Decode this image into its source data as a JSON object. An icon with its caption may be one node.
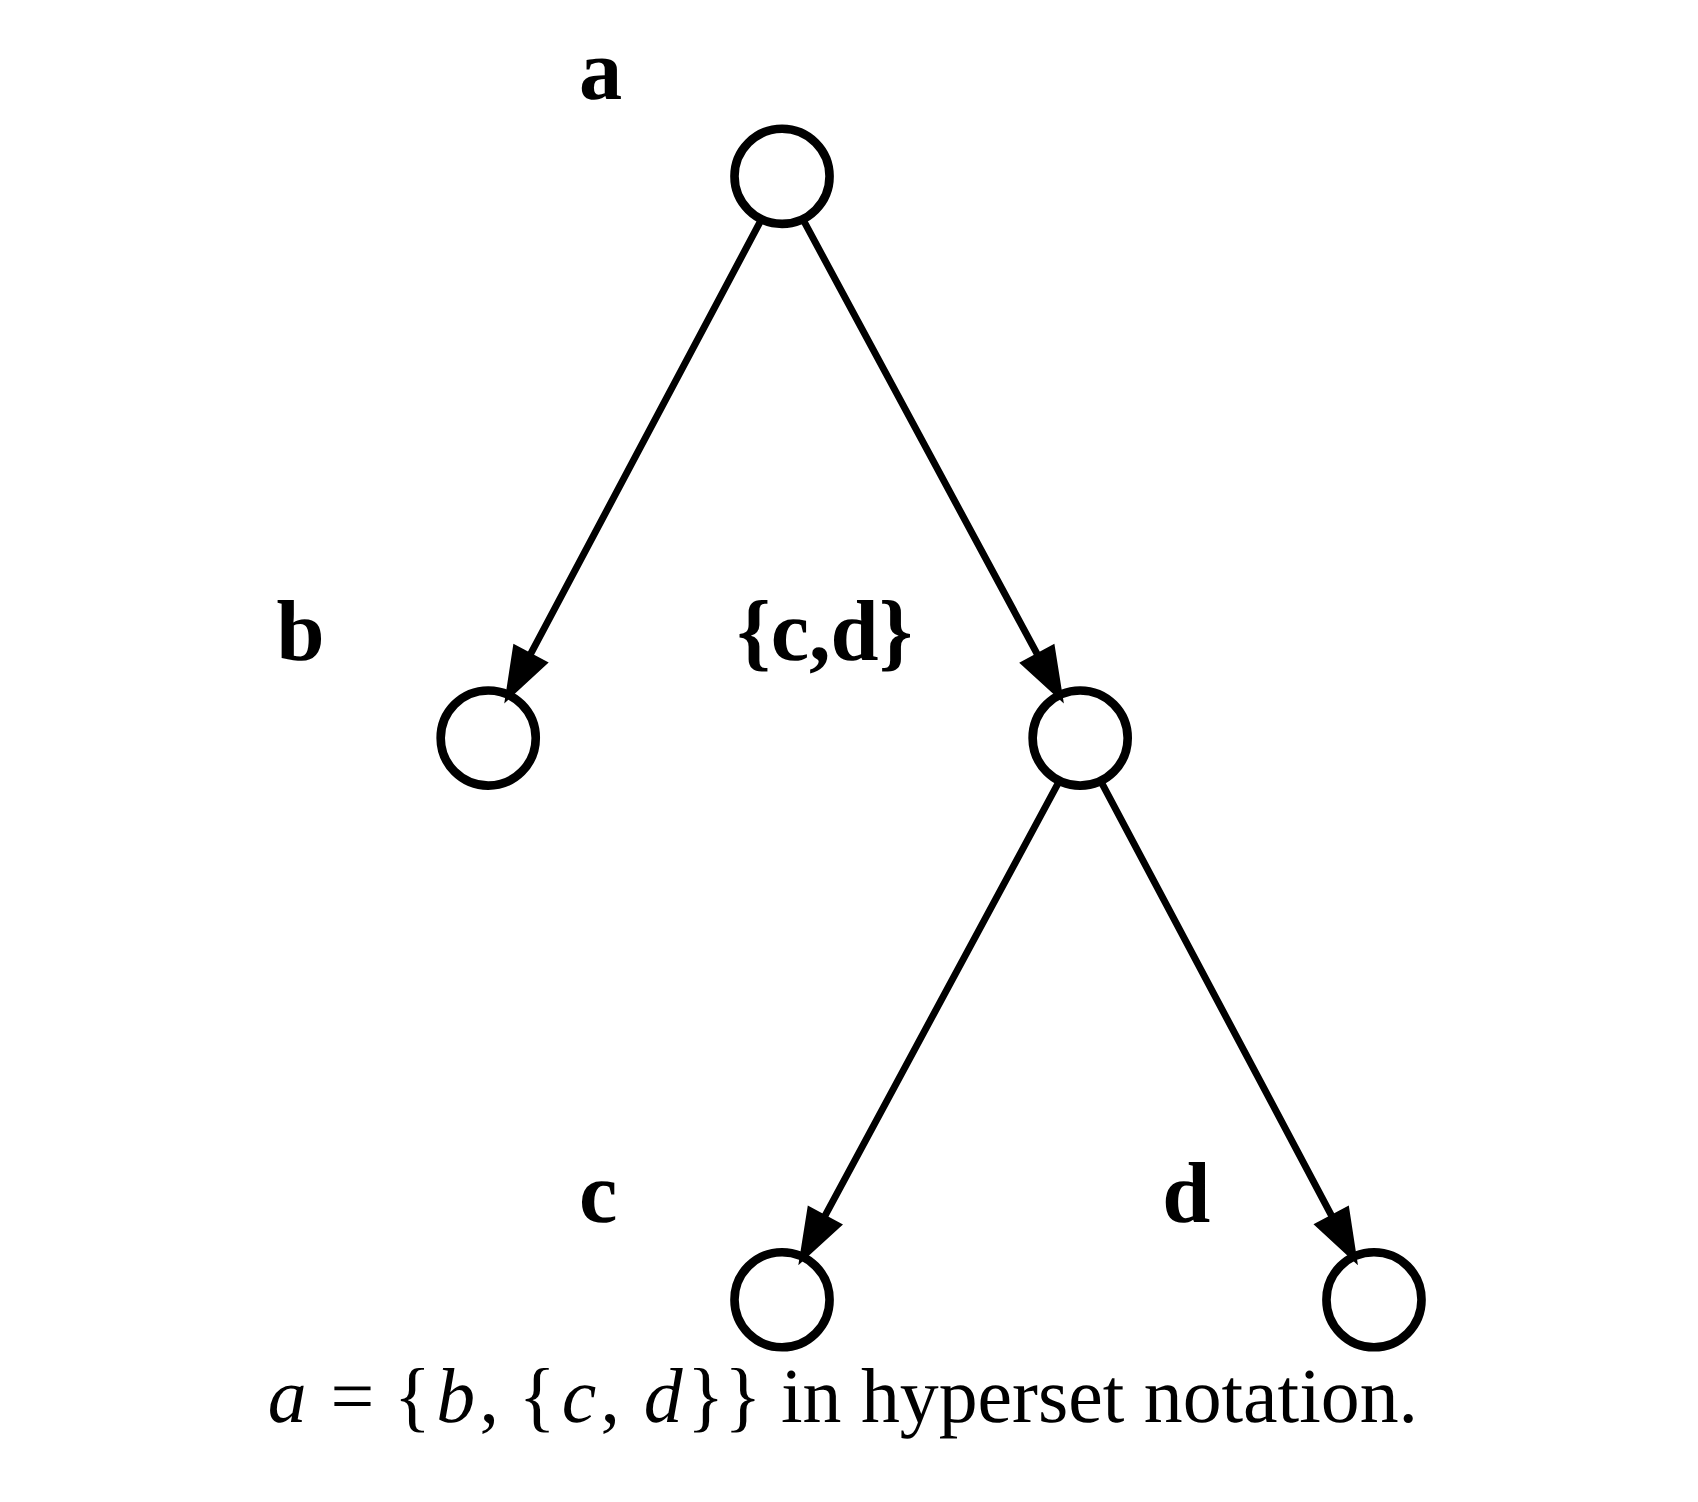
{
  "diagram": {
    "caption": "*a* = {*b*, {*c*, *d*}} in hyperset notation.",
    "nodes": [
      {
        "text": [],
        "shape": "circle",
        "beside": [
          "a"
        ]
      },
      {
        "text": [],
        "shape": "circle",
        "beside": [
          "b"
        ]
      },
      {
        "text": [],
        "shape": "circle",
        "beside": [
          "{c,d}"
        ]
      },
      {
        "text": [],
        "shape": "circle",
        "beside": [
          "c"
        ]
      },
      {
        "text": [],
        "shape": "circle",
        "beside": [
          "d"
        ]
      }
    ],
    "edges": [
      {
        "from": 0,
        "to": 1,
        "arrow": "to"
      },
      {
        "from": 0,
        "to": 2,
        "arrow": "to"
      },
      {
        "from": 2,
        "to": 3,
        "arrow": "to"
      },
      {
        "from": 2,
        "to": 4,
        "arrow": "to"
      }
    ]
  }
}
